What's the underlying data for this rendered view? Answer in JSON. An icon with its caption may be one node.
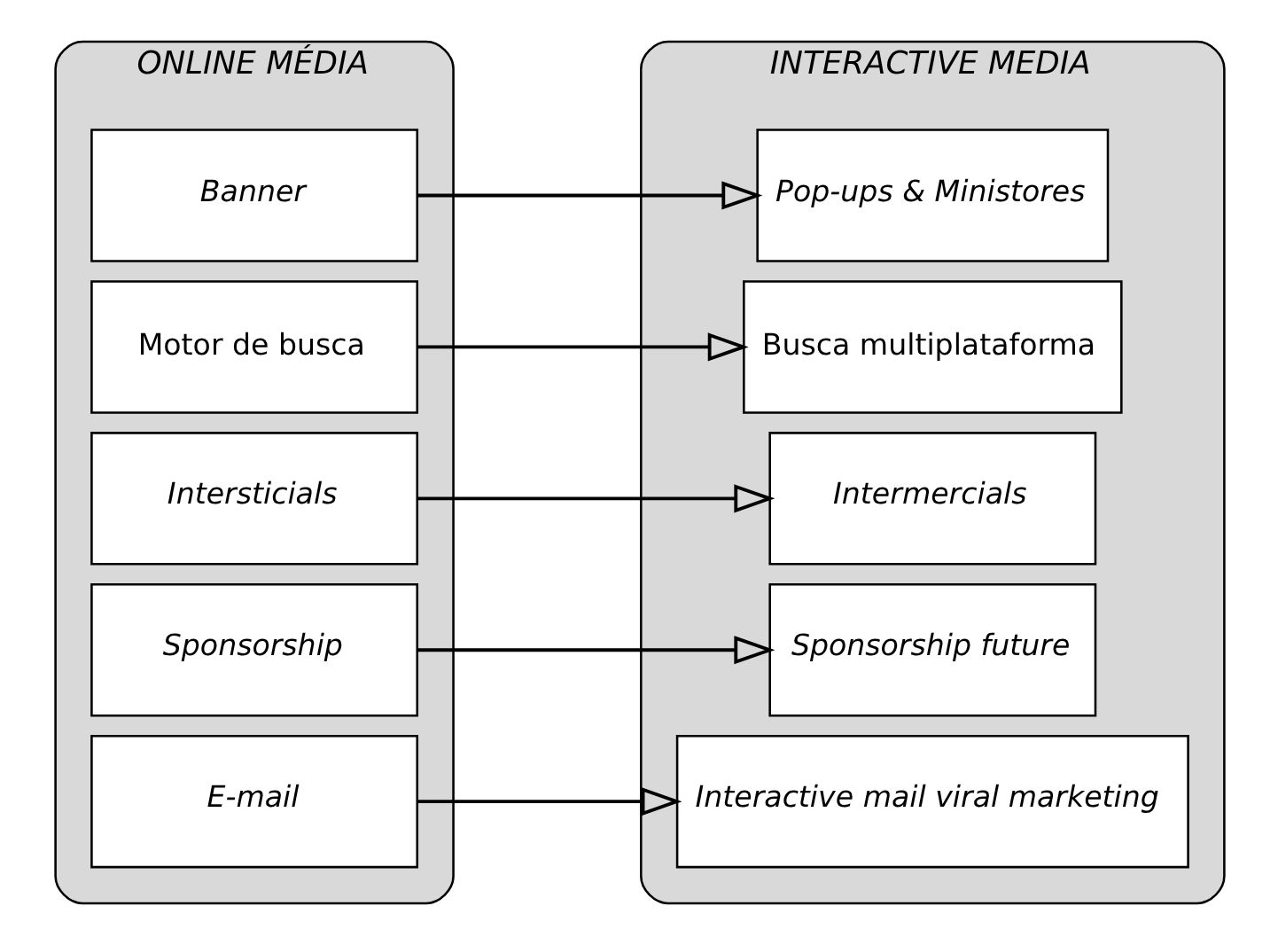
{
  "diagram": {
    "nodes": [
      {
        "text": [
          "ONLINE MÉDIA"
        ]
      },
      {
        "text": [
          "Banner"
        ],
        "in": 0
      },
      {
        "text": [
          "Motor de busca"
        ],
        "in": 0
      },
      {
        "text": [
          "Intersticials"
        ],
        "in": 0
      },
      {
        "text": [
          "Sponsorship"
        ],
        "in": 0
      },
      {
        "text": [
          "E-mail"
        ],
        "in": 0
      },
      {
        "text": [
          "INTERACTIVE MEDIA"
        ]
      },
      {
        "text": [
          "Pop-ups & Ministores"
        ],
        "in": 6
      },
      {
        "text": [
          "Busca multiplataforma"
        ],
        "in": 6
      },
      {
        "text": [
          "Intermercials"
        ],
        "in": 6
      },
      {
        "text": [
          "Sponsorship future"
        ],
        "in": 6
      },
      {
        "text": [
          "Interactive mail viral marketing"
        ],
        "in": 6
      }
    ],
    "edges": [
      {
        "from": 1,
        "to": 7,
        "arrow": "to"
      },
      {
        "from": 2,
        "to": 8,
        "arrow": "to"
      },
      {
        "from": 3,
        "to": 9,
        "arrow": "to"
      },
      {
        "from": 4,
        "to": 10,
        "arrow": "to"
      },
      {
        "from": 5,
        "to": 11,
        "arrow": "to"
      }
    ]
  }
}
